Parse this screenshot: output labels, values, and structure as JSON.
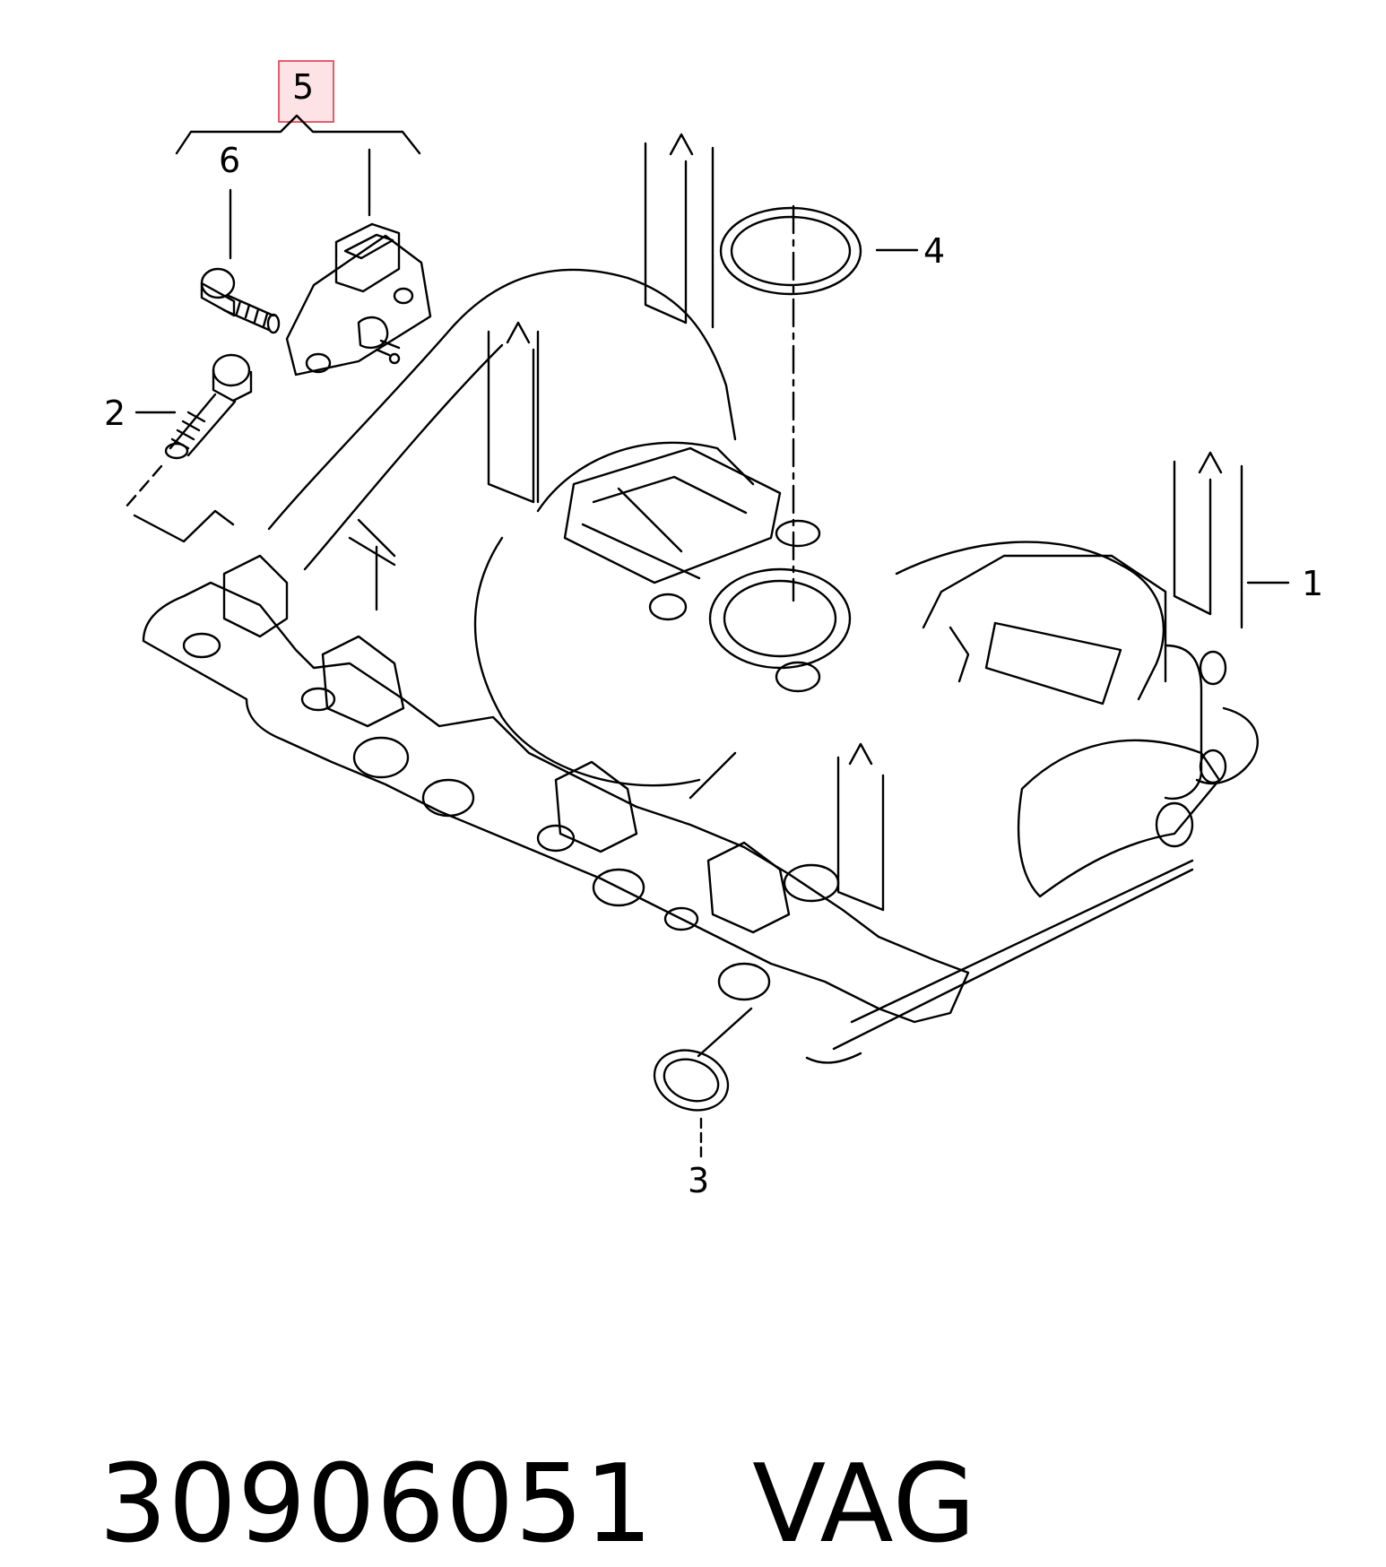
{
  "diagram": {
    "callouts": [
      {
        "id": "1",
        "label": "1"
      },
      {
        "id": "2",
        "label": "2"
      },
      {
        "id": "3",
        "label": "3"
      },
      {
        "id": "4",
        "label": "4"
      },
      {
        "id": "5",
        "label": "5"
      },
      {
        "id": "6",
        "label": "6"
      }
    ],
    "highlight": {
      "callout": "5",
      "color": "#e35d6a",
      "fill": "#fde3e6"
    }
  },
  "caption": {
    "part_number": "30906051",
    "brand": "VAG"
  }
}
